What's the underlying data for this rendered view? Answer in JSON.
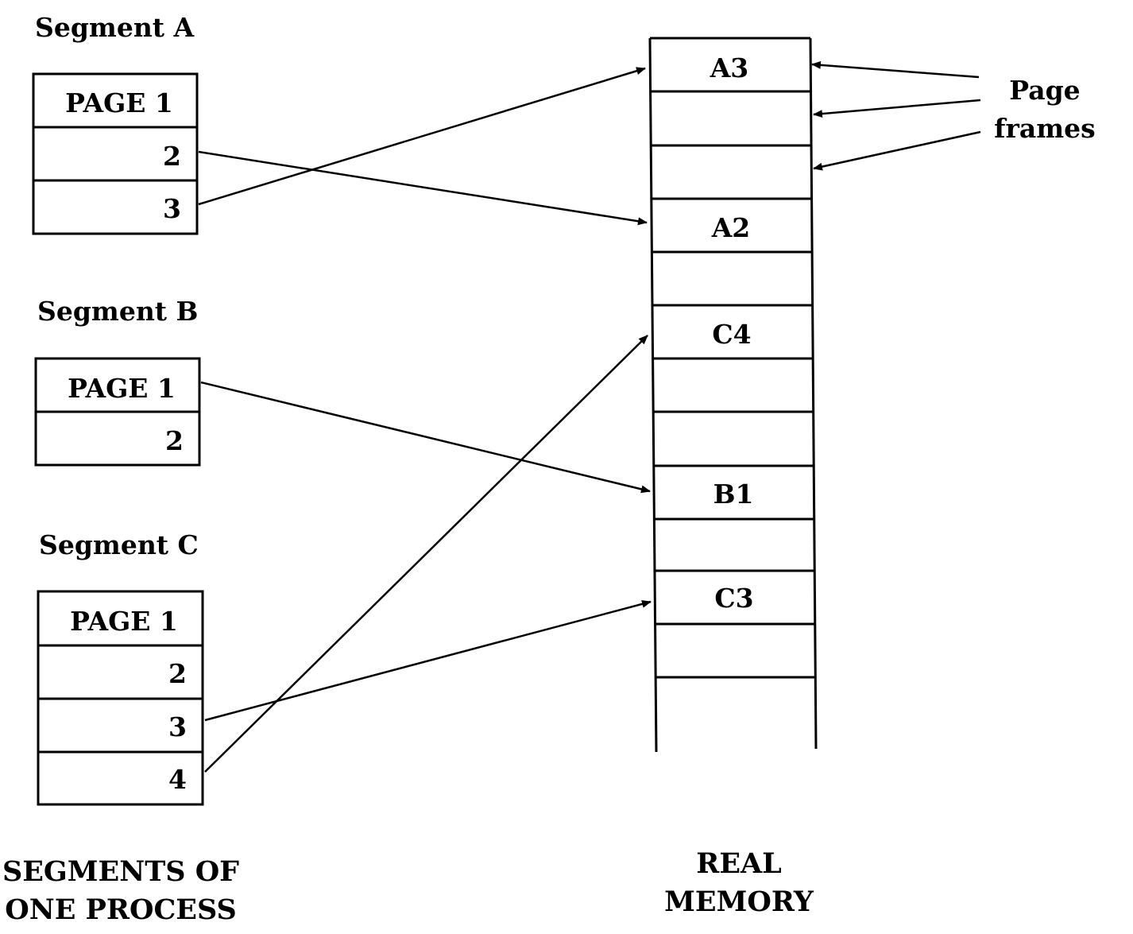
{
  "segments": [
    {
      "title": "Segment A",
      "pages": [
        "PAGE 1",
        "2",
        "3"
      ]
    },
    {
      "title": "Segment B",
      "pages": [
        "PAGE 1",
        "2"
      ]
    },
    {
      "title": "Segment C",
      "pages": [
        "PAGE 1",
        "2",
        "3",
        "4"
      ]
    }
  ],
  "memory": {
    "frames": [
      "A3",
      "",
      "",
      "A2",
      "",
      "C4",
      "",
      "",
      "B1",
      "",
      "C3",
      ""
    ]
  },
  "page_frames_label": [
    "Page",
    "frames"
  ],
  "captions": {
    "segments_caption": [
      "SEGMENTS OF",
      "ONE PROCESS"
    ],
    "memory_caption": [
      "REAL",
      "MEMORY"
    ]
  }
}
